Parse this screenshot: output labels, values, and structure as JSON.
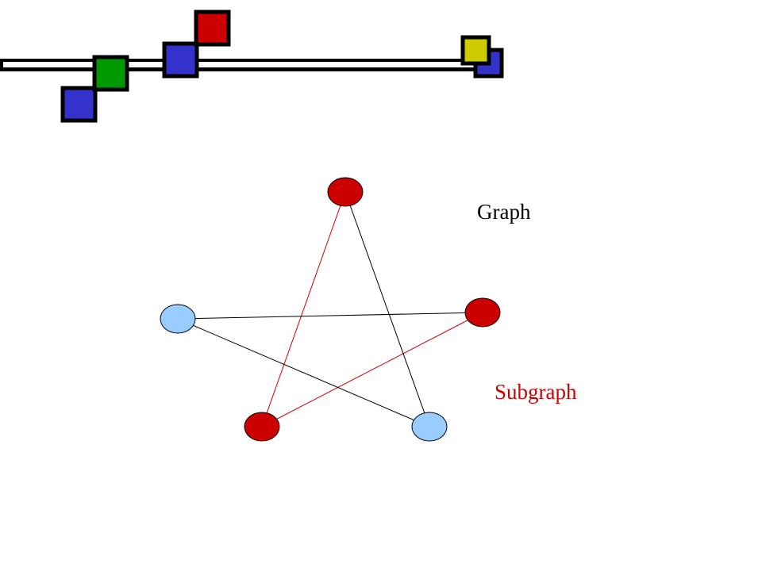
{
  "labels": {
    "graph": "Graph",
    "subgraph": "Subgraph"
  },
  "colors": {
    "background": "#ffffff",
    "header_line": "#000000",
    "square_border": "#000000",
    "square_blue": "#3333cc",
    "square_green": "#009900",
    "square_red": "#cc0000",
    "square_yellow": "#cccc00",
    "node_red": "#cc0000",
    "node_light_blue": "#99ccff",
    "edge_graph": "#000000",
    "edge_subgraph": "#cc0000",
    "graph_label": "#000000",
    "subgraph_label": "#cc0000"
  },
  "decoration": {
    "squares": [
      {
        "name": "header-square-blue-1",
        "color": "blue"
      },
      {
        "name": "header-square-green",
        "color": "green"
      },
      {
        "name": "header-square-blue-2",
        "color": "blue"
      },
      {
        "name": "header-square-red",
        "color": "red"
      },
      {
        "name": "header-square-blue-3",
        "color": "blue"
      },
      {
        "name": "header-square-yellow",
        "color": "yellow"
      }
    ]
  },
  "graph": {
    "nodes": [
      {
        "id": "top",
        "color": "red",
        "in_subgraph": true
      },
      {
        "id": "right",
        "color": "red",
        "in_subgraph": true
      },
      {
        "id": "bottom-left",
        "color": "red",
        "in_subgraph": true
      },
      {
        "id": "left",
        "color": "light-blue",
        "in_subgraph": false
      },
      {
        "id": "bottom-right",
        "color": "light-blue",
        "in_subgraph": false
      }
    ],
    "edges": [
      {
        "from": "top",
        "to": "bottom-left",
        "in_subgraph": true
      },
      {
        "from": "bottom-left",
        "to": "right",
        "in_subgraph": true
      },
      {
        "from": "top",
        "to": "bottom-right",
        "in_subgraph": false
      },
      {
        "from": "left",
        "to": "right",
        "in_subgraph": false
      },
      {
        "from": "left",
        "to": "bottom-right",
        "in_subgraph": false
      }
    ]
  }
}
